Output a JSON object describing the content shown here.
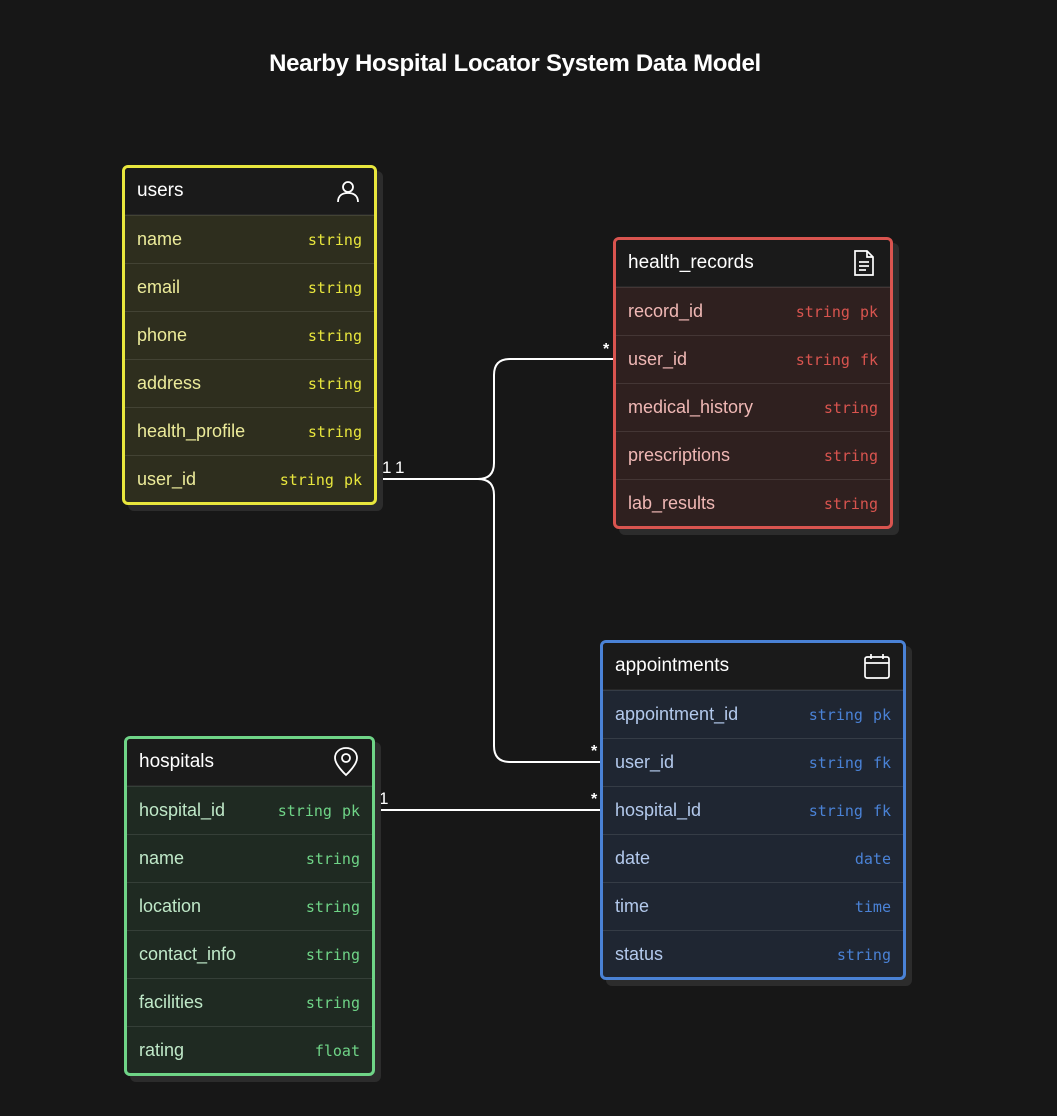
{
  "title": "Nearby Hospital Locator System Data Model",
  "colors": {
    "background": "#171717",
    "users": "#e8e63d",
    "health_records": "#d9544f",
    "appointments": "#4a82d6",
    "hospitals": "#6fd487",
    "connector": "#ffffff"
  },
  "entities": {
    "users": {
      "name": "users",
      "icon": "user-icon",
      "fields": [
        {
          "name": "name",
          "type": "string",
          "key": ""
        },
        {
          "name": "email",
          "type": "string",
          "key": ""
        },
        {
          "name": "phone",
          "type": "string",
          "key": ""
        },
        {
          "name": "address",
          "type": "string",
          "key": ""
        },
        {
          "name": "health_profile",
          "type": "string",
          "key": ""
        },
        {
          "name": "user_id",
          "type": "string",
          "key": "pk"
        }
      ]
    },
    "health_records": {
      "name": "health_records",
      "icon": "document-icon",
      "fields": [
        {
          "name": "record_id",
          "type": "string",
          "key": "pk"
        },
        {
          "name": "user_id",
          "type": "string",
          "key": "fk"
        },
        {
          "name": "medical_history",
          "type": "string",
          "key": ""
        },
        {
          "name": "prescriptions",
          "type": "string",
          "key": ""
        },
        {
          "name": "lab_results",
          "type": "string",
          "key": ""
        }
      ]
    },
    "appointments": {
      "name": "appointments",
      "icon": "calendar-icon",
      "fields": [
        {
          "name": "appointment_id",
          "type": "string",
          "key": "pk"
        },
        {
          "name": "user_id",
          "type": "string",
          "key": "fk"
        },
        {
          "name": "hospital_id",
          "type": "string",
          "key": "fk"
        },
        {
          "name": "date",
          "type": "date",
          "key": ""
        },
        {
          "name": "time",
          "type": "time",
          "key": ""
        },
        {
          "name": "status",
          "type": "string",
          "key": ""
        }
      ]
    },
    "hospitals": {
      "name": "hospitals",
      "icon": "location-pin-icon",
      "fields": [
        {
          "name": "hospital_id",
          "type": "string",
          "key": "pk"
        },
        {
          "name": "name",
          "type": "string",
          "key": ""
        },
        {
          "name": "location",
          "type": "string",
          "key": ""
        },
        {
          "name": "contact_info",
          "type": "string",
          "key": ""
        },
        {
          "name": "facilities",
          "type": "string",
          "key": ""
        },
        {
          "name": "rating",
          "type": "float",
          "key": ""
        }
      ]
    }
  },
  "relationships": [
    {
      "from": "users.user_id",
      "to": "health_records.user_id",
      "from_card": "1",
      "to_card": "*"
    },
    {
      "from": "users.user_id",
      "to": "appointments.user_id",
      "from_card": "1",
      "to_card": "*"
    },
    {
      "from": "hospitals.hospital_id",
      "to": "appointments.hospital_id",
      "from_card": "1",
      "to_card": "*"
    }
  ]
}
